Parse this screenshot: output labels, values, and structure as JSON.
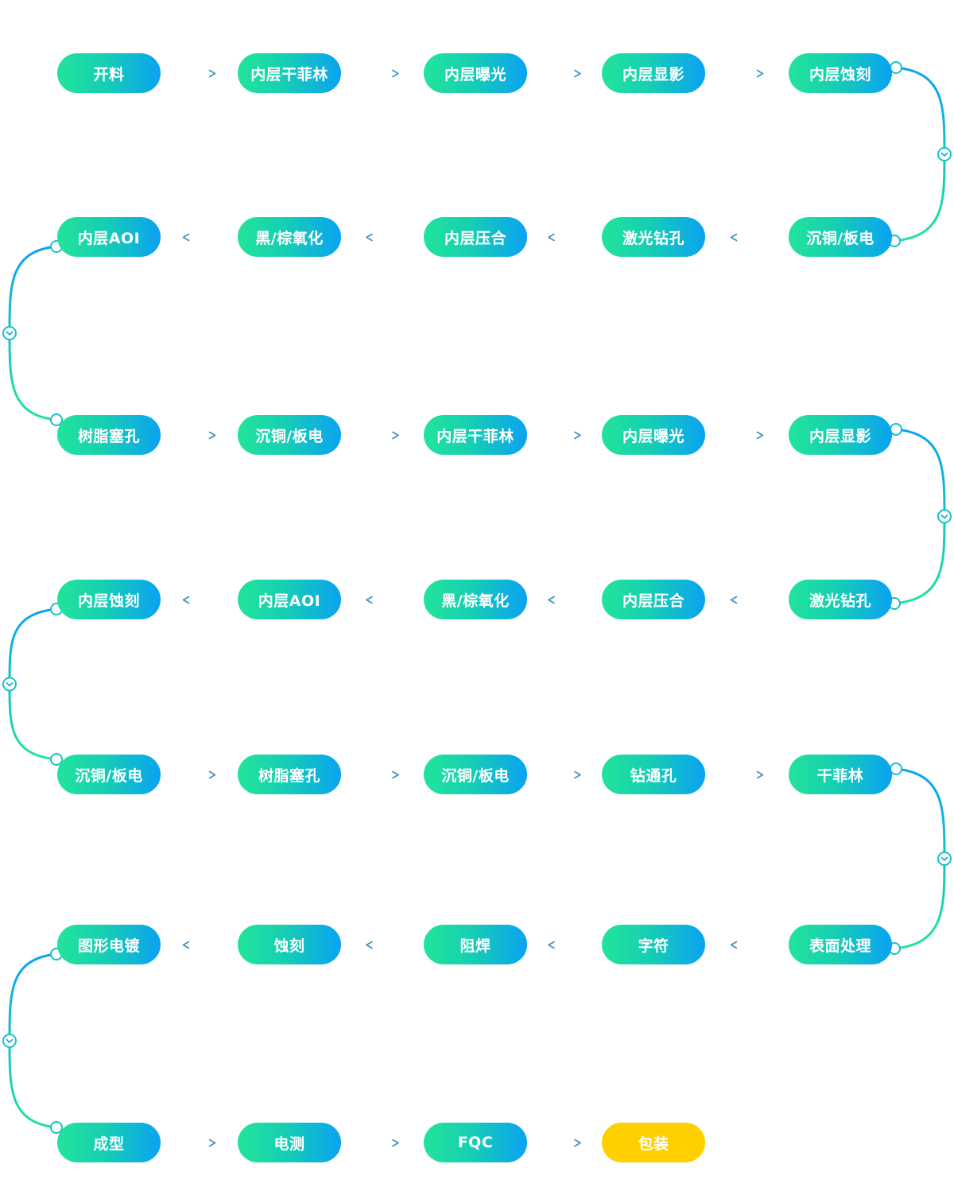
{
  "rows": [
    {
      "direction": "right",
      "steps": [
        "开料",
        "内层干菲林",
        "内层曝光",
        "内层显影",
        "内层蚀刻"
      ]
    },
    {
      "direction": "left",
      "steps": [
        "沉铜/板电",
        "激光钻孔",
        "内层压合",
        "黑/棕氧化",
        "内层AOI"
      ]
    },
    {
      "direction": "right",
      "steps": [
        "树脂塞孔",
        "沉铜/板电",
        "内层干菲林",
        "内层曝光",
        "内层显影"
      ]
    },
    {
      "direction": "left",
      "steps": [
        "激光钻孔",
        "内层压合",
        "黑/棕氧化",
        "内层AOI",
        "内层蚀刻"
      ]
    },
    {
      "direction": "right",
      "steps": [
        "沉铜/板电",
        "树脂塞孔",
        "沉铜/板电",
        "钻通孔",
        "干菲林"
      ]
    },
    {
      "direction": "left",
      "steps": [
        "表面处理",
        "字符",
        "阻焊",
        "蚀刻",
        "图形电镀"
      ]
    },
    {
      "direction": "right",
      "steps": [
        "成型",
        "电测",
        "FQC",
        "包装"
      ]
    }
  ],
  "colors": {
    "pill_start": "#22e49b",
    "pill_end": "#0aa2f2",
    "final_step": "#ffcf00",
    "arrow": "#3d8fc4",
    "curve_start": "#0aa2f2",
    "curve_end": "#22e49b"
  },
  "icons": {
    "horizontal": "arrow-icon",
    "turn_marker": "chevron-down-icon"
  }
}
